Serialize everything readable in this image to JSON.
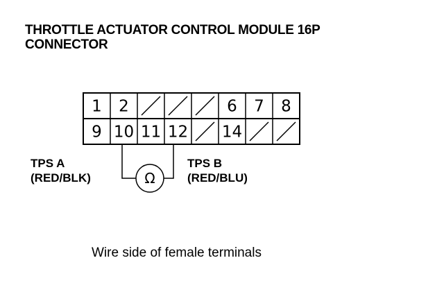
{
  "title": {
    "line1": "THROTTLE ACTUATOR CONTROL MODULE 16P",
    "line2": "CONNECTOR"
  },
  "connector": {
    "rows": [
      [
        "1",
        "2",
        "",
        "",
        "",
        "6",
        "7",
        "8"
      ],
      [
        "9",
        "10",
        "11",
        "12",
        "",
        "14",
        "",
        ""
      ]
    ]
  },
  "probe_left": {
    "name": "TPS A",
    "wire": "(RED/BLK)"
  },
  "probe_right": {
    "name": "TPS B",
    "wire": "(RED/BLU)"
  },
  "meter": {
    "symbol": "Ω",
    "icon": "ohmmeter-icon"
  },
  "caption": "Wire side of female terminals"
}
